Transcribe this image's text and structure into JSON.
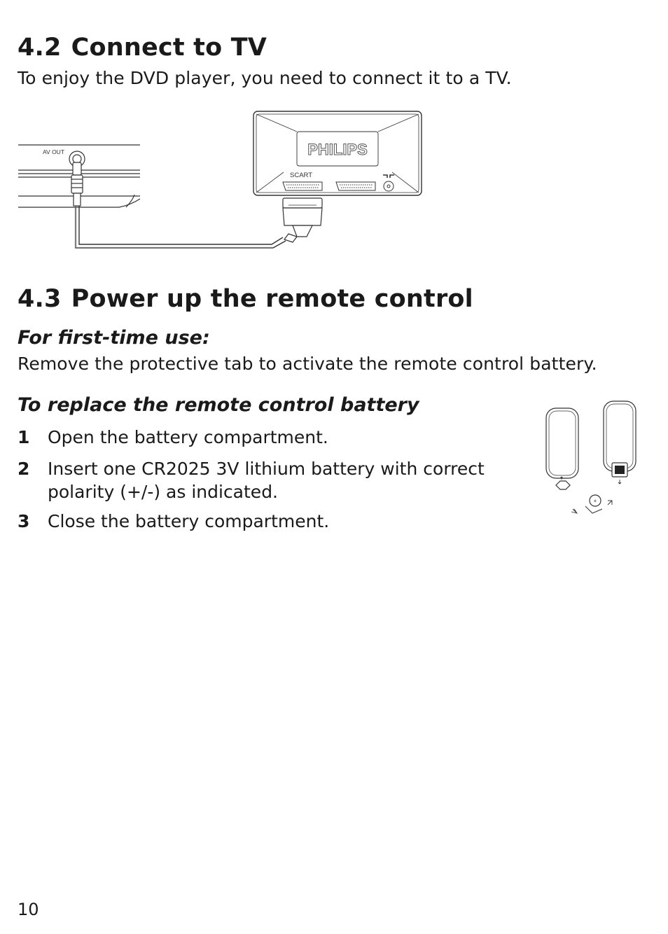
{
  "section_42": {
    "number": "4.2",
    "title": "Connect to TV",
    "intro": "To enjoy the DVD player, you need to connect it to a TV."
  },
  "diagram_connect": {
    "player_label": "AV OUT",
    "tv_brand": "PHILIPS",
    "tv_port_label": "SCART"
  },
  "section_43": {
    "number": "4.3",
    "title": "Power up the remote control",
    "first_use_heading": "For first-time use:",
    "first_use_text": "Remove the protective tab to activate the remote control battery.",
    "replace_heading": "To replace the remote control battery",
    "steps": [
      {
        "num": "1",
        "text": "Open the battery compartment."
      },
      {
        "num": "2",
        "text": "Insert one CR2025 3V lithium battery with correct polarity (+/-) as indicated."
      },
      {
        "num": "3",
        "text": "Close the battery compartment."
      }
    ]
  },
  "footer": {
    "page_number": "10"
  }
}
